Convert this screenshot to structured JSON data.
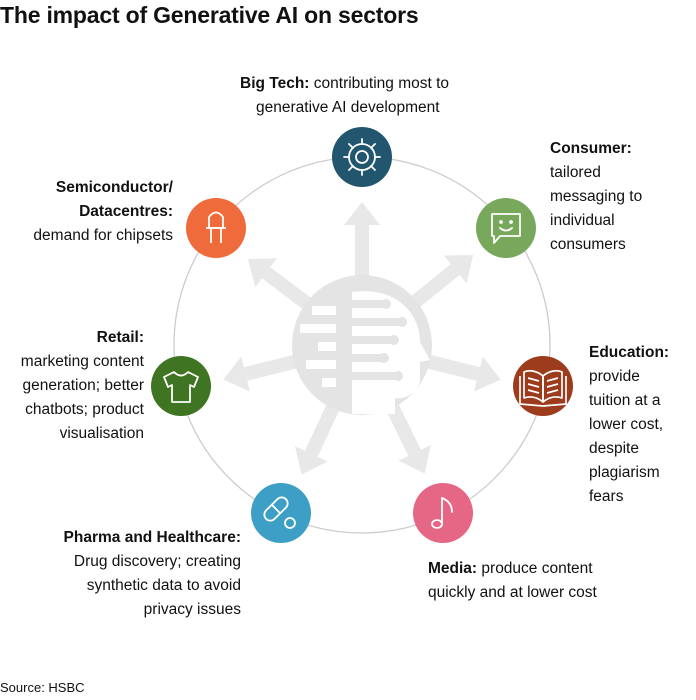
{
  "title": "The impact of Generative AI on sectors",
  "source": "Source: HSBC",
  "colors": {
    "big_tech": "#22566e",
    "consumer": "#78a85c",
    "education": "#9c3c1c",
    "media": "#e66785",
    "pharma": "#3e9fc6",
    "retail": "#3f7522",
    "semiconductor": "#ef6b3b",
    "ring": "#cccccc",
    "arrow": "#e8e8e8",
    "head": "#e4e4e4"
  },
  "sectors": {
    "big_tech": {
      "name": "Big Tech:",
      "desc_inline": "contributing most to",
      "desc_line2": "generative AI development",
      "icon": "gear-icon"
    },
    "consumer": {
      "name": "Consumer:",
      "lines": [
        "tailored",
        "messaging to",
        "individual",
        "consumers"
      ],
      "icon": "chat-bubble-icon"
    },
    "education": {
      "name": "Education:",
      "lines": [
        "provide",
        "tuition at a",
        "lower cost,",
        "despite",
        "plagiarism",
        "fears"
      ],
      "icon": "open-book-icon"
    },
    "media": {
      "name": "Media:",
      "desc_inline": "produce content",
      "desc_line2": "quickly and at lower cost",
      "icon": "music-note-icon"
    },
    "pharma": {
      "name": "Pharma and Healthcare:",
      "lines": [
        "Drug discovery; creating",
        "synthetic data to avoid",
        "privacy issues"
      ],
      "icon": "pill-icon"
    },
    "retail": {
      "name": "Retail:",
      "lines": [
        "marketing content",
        "generation; better",
        "chatbots; product",
        "visualisation"
      ],
      "icon": "t-shirt-icon"
    },
    "semiconductor": {
      "name_line1": "Semiconductor/",
      "name_line2": "Datacentres:",
      "desc": "demand for chipsets",
      "icon": "chip-icon"
    }
  }
}
